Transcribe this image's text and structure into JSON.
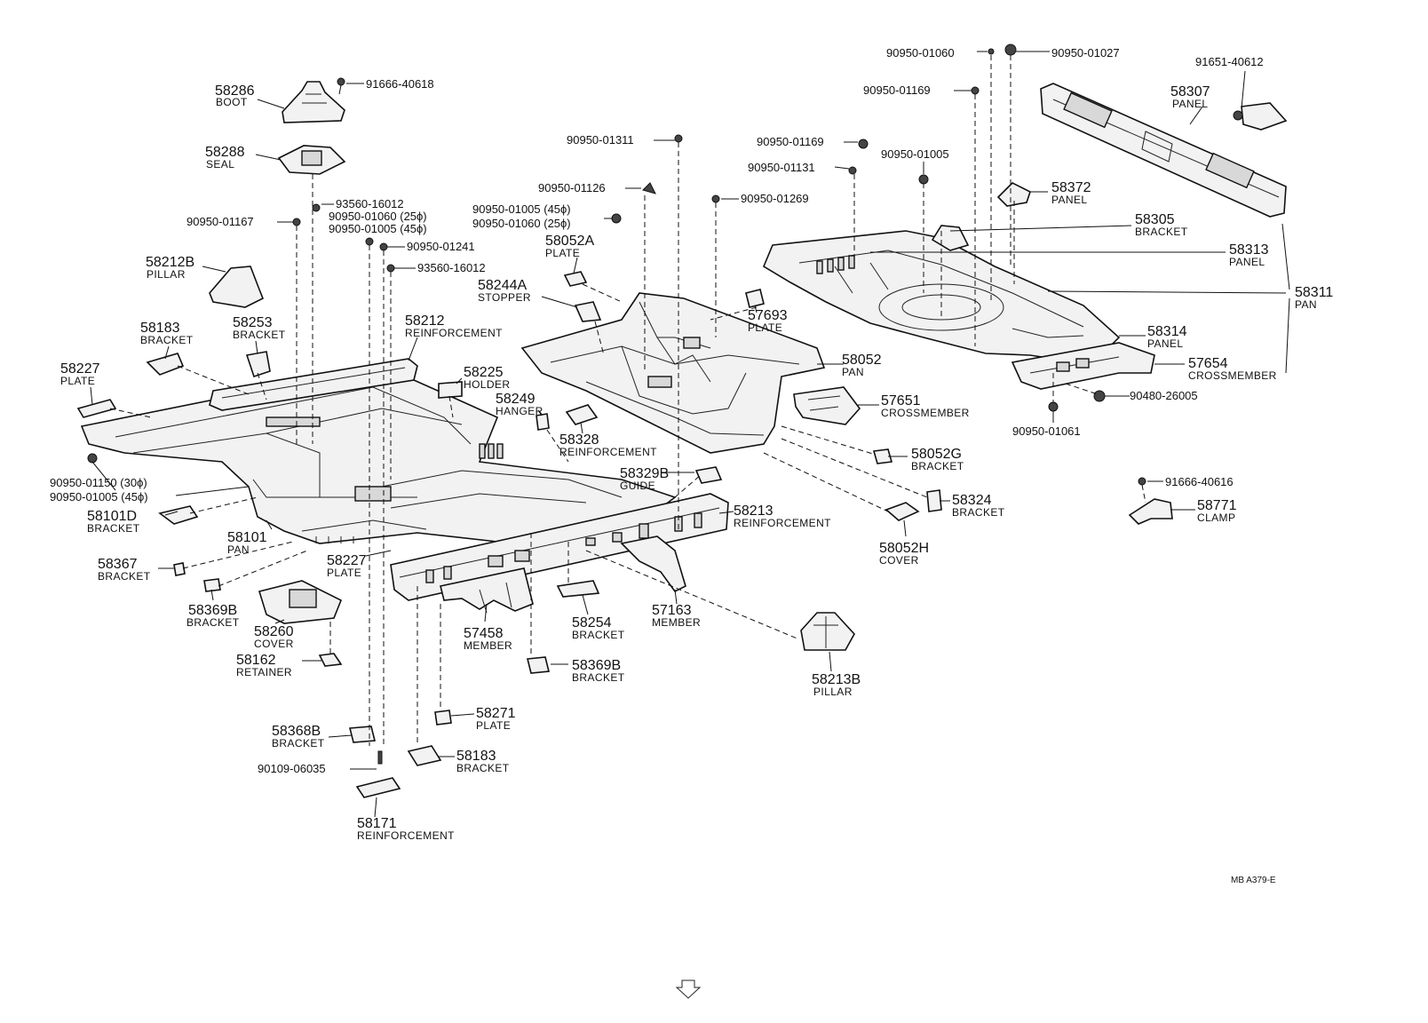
{
  "diagram": {
    "parts": [
      {
        "number": "58286",
        "name": "BOOT"
      },
      {
        "number": "58288",
        "name": "SEAL"
      },
      {
        "number": "58212B",
        "name": "PILLAR"
      },
      {
        "number": "58183",
        "name": "BRACKET"
      },
      {
        "number": "58253",
        "name": "BRACKET"
      },
      {
        "number": "58212",
        "name": "REINFORCEMENT"
      },
      {
        "number": "58227",
        "name": "PLATE"
      },
      {
        "number": "58225",
        "name": "HOLDER"
      },
      {
        "number": "58249",
        "name": "HANGER"
      },
      {
        "number": "58328",
        "name": "REINFORCEMENT"
      },
      {
        "number": "58052A",
        "name": "PLATE"
      },
      {
        "number": "58244A",
        "name": "STOPPER"
      },
      {
        "number": "57693",
        "name": "PLATE"
      },
      {
        "number": "58052",
        "name": "PAN"
      },
      {
        "number": "57651",
        "name": "CROSSMEMBER"
      },
      {
        "number": "58052G",
        "name": "BRACKET"
      },
      {
        "number": "58324",
        "name": "BRACKET"
      },
      {
        "number": "58052H",
        "name": "COVER"
      },
      {
        "number": "58329B",
        "name": "GUIDE"
      },
      {
        "number": "58213",
        "name": "REINFORCEMENT"
      },
      {
        "number": "58101D",
        "name": "BRACKET"
      },
      {
        "number": "58101",
        "name": "PAN"
      },
      {
        "number": "58367",
        "name": "BRACKET"
      },
      {
        "number": "58227",
        "name": "PLATE"
      },
      {
        "number": "58369B",
        "name": "BRACKET"
      },
      {
        "number": "58260",
        "name": "COVER"
      },
      {
        "number": "58162",
        "name": "RETAINER"
      },
      {
        "number": "57458",
        "name": "MEMBER"
      },
      {
        "number": "58254",
        "name": "BRACKET"
      },
      {
        "number": "57163",
        "name": "MEMBER"
      },
      {
        "number": "58369B",
        "name": "BRACKET"
      },
      {
        "number": "58213B",
        "name": "PILLAR"
      },
      {
        "number": "58271",
        "name": "PLATE"
      },
      {
        "number": "58368B",
        "name": "BRACKET"
      },
      {
        "number": "58183",
        "name": "BRACKET"
      },
      {
        "number": "58171",
        "name": "REINFORCEMENT"
      },
      {
        "number": "58307",
        "name": "PANEL"
      },
      {
        "number": "58372",
        "name": "PANEL"
      },
      {
        "number": "58305",
        "name": "BRACKET"
      },
      {
        "number": "58313",
        "name": "PANEL"
      },
      {
        "number": "58311",
        "name": "PAN"
      },
      {
        "number": "58314",
        "name": "PANEL"
      },
      {
        "number": "57654",
        "name": "CROSSMEMBER"
      },
      {
        "number": "58771",
        "name": "CLAMP"
      }
    ],
    "fasteners": [
      "91666-40618",
      "93560-16012",
      "90950-01060 (25ϕ)",
      "90950-01005 (45ϕ)",
      "90950-01167",
      "90950-01241",
      "93560-16012",
      "90950-01311",
      "90950-01126",
      "90950-01005 (45ϕ)",
      "90950-01060 (25ϕ)",
      "90950-01269",
      "90950-01169",
      "90950-01131",
      "90950-01005",
      "90950-01169",
      "90950-01060",
      "90950-01027",
      "91651-40612",
      "90480-26005",
      "90950-01061",
      "91666-40616",
      "90950-01150 (30ϕ)",
      "90950-01005 (45ϕ)",
      "90109-06035"
    ],
    "drawing_ref": "MB  A379-E",
    "orientation_icon": "forward-arrow-icon"
  }
}
